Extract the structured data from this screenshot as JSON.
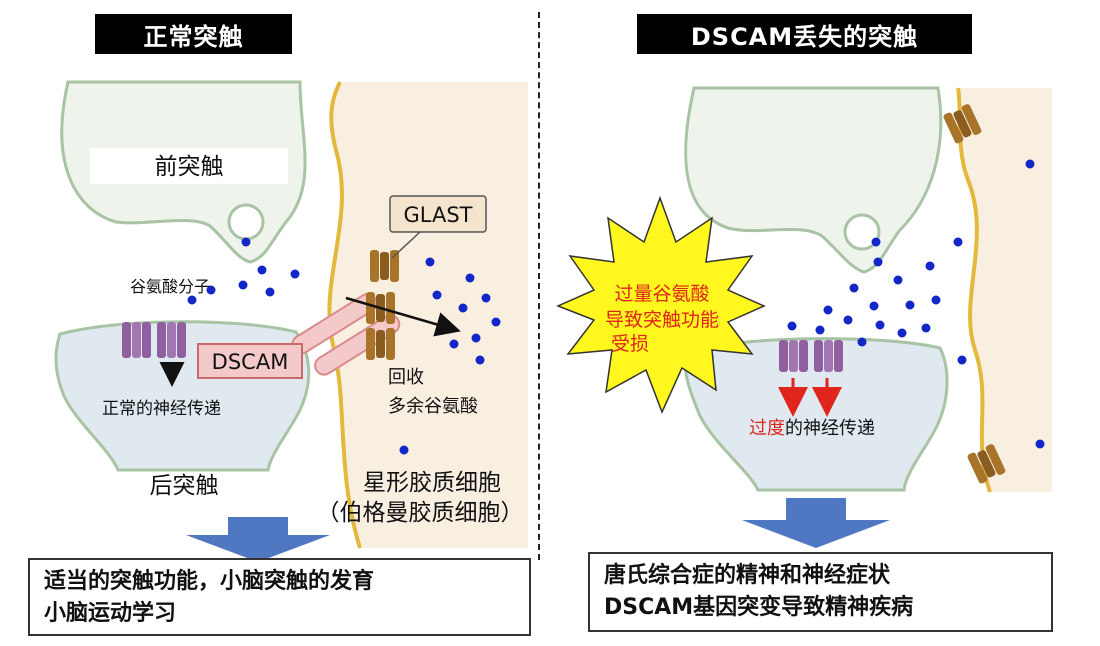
{
  "left_panel": {
    "title": "正常突触",
    "labels": {
      "pre": "前突触",
      "glutamate": "谷氨酸分子",
      "glast": "GLAST",
      "dscam": "DSCAM",
      "recycle_1": "回收",
      "recycle_2": "多余谷氨酸",
      "normal_transmission": "正常的神经传递",
      "post": "后突触",
      "astrocyte_1": "星形胶质细胞",
      "astrocyte_2": "（伯格曼胶质细胞）"
    },
    "result_lines": [
      "适当的突触功能，小脑突触的发育",
      "小脑运动学习"
    ]
  },
  "right_panel": {
    "title": "DSCAM丢失的突触",
    "burst_lines": [
      "过量谷氨酸",
      "导致突触功能",
      "受损"
    ],
    "transmission_emph": "过度",
    "transmission_rest": "的神经传递",
    "result_lines": [
      "唐氏综合症的精神和神经症状",
      "DSCAM基因突变导致精神疾病"
    ]
  },
  "colors": {
    "neuron_fill": "#eef3ec",
    "neuron_stroke": "#a9c3a5",
    "post_fill": "#dfe9ef",
    "astro_fill": "#f8efe1",
    "astro_membrane": "#e3b93c",
    "transporter": "#a8742a",
    "receptor": "#8f5fa0",
    "glutamate": "#1326c8",
    "burst": "#fff71d",
    "arrow_down": "#4f77c2",
    "red": "#e0261c"
  }
}
